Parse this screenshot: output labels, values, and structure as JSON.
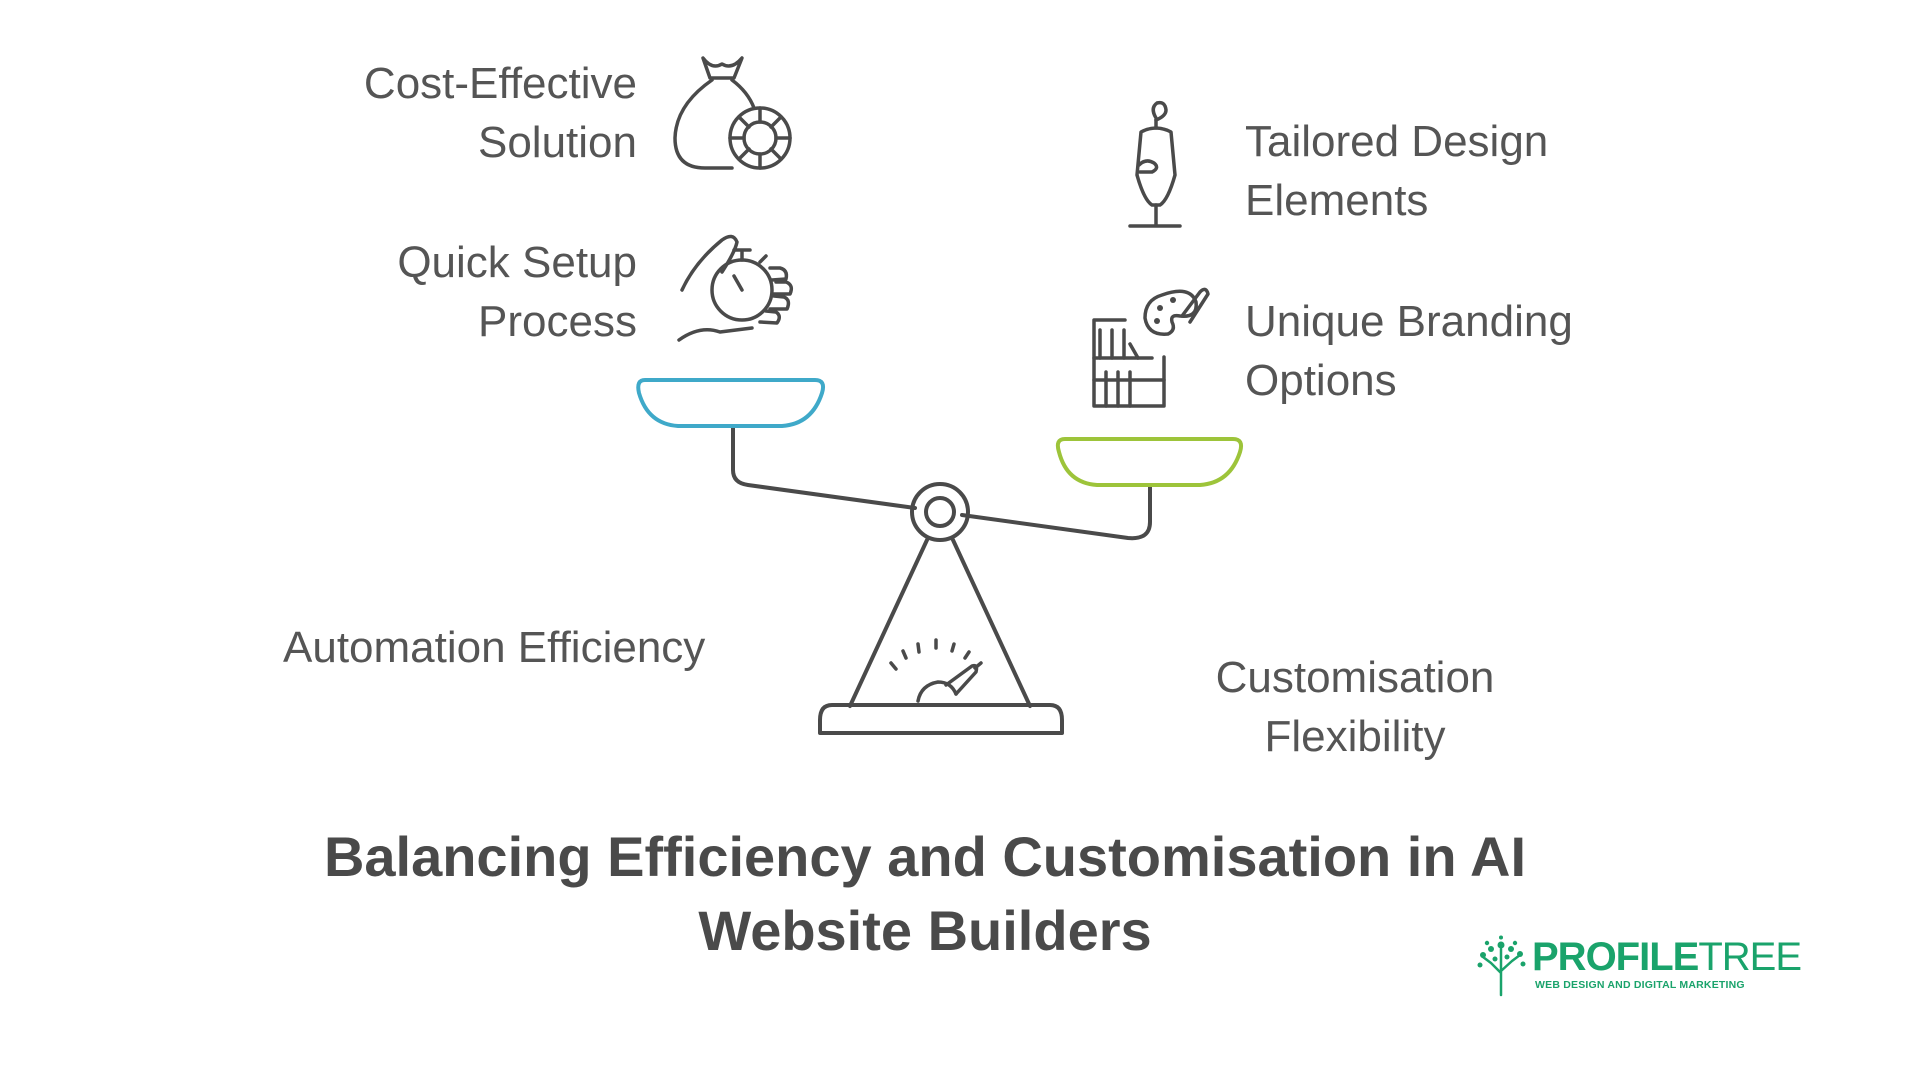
{
  "labels": {
    "cost_effective": [
      "Cost-Effective",
      "Solution"
    ],
    "quick_setup": [
      "Quick Setup",
      "Process"
    ],
    "tailored_design": [
      "Tailored Design",
      "Elements"
    ],
    "unique_branding": [
      "Unique Branding",
      "Options"
    ],
    "automation": "Automation Efficiency",
    "customisation": [
      "Customisation",
      "Flexibility"
    ]
  },
  "title": [
    "Balancing Efficiency and Customisation in AI",
    "Website Builders"
  ],
  "logo": {
    "name_bold": "PROFILE",
    "name_light": "TREE",
    "tagline": "WEB DESIGN AND DIGITAL MARKETING"
  },
  "icons": {
    "cost_effective": "money-bag-coin-icon",
    "quick_setup": "hand-stopwatch-icon",
    "tailored_design": "dress-form-icon",
    "unique_branding": "palette-bookshelf-icon",
    "scale_base": "gauge-icon"
  },
  "colors": {
    "left_pan": "#3fa9c9",
    "right_pan": "#9dc43a",
    "line": "#4a4a4a",
    "text": "#555555",
    "title": "#4a4a4a",
    "brand": "#1aa36b"
  }
}
